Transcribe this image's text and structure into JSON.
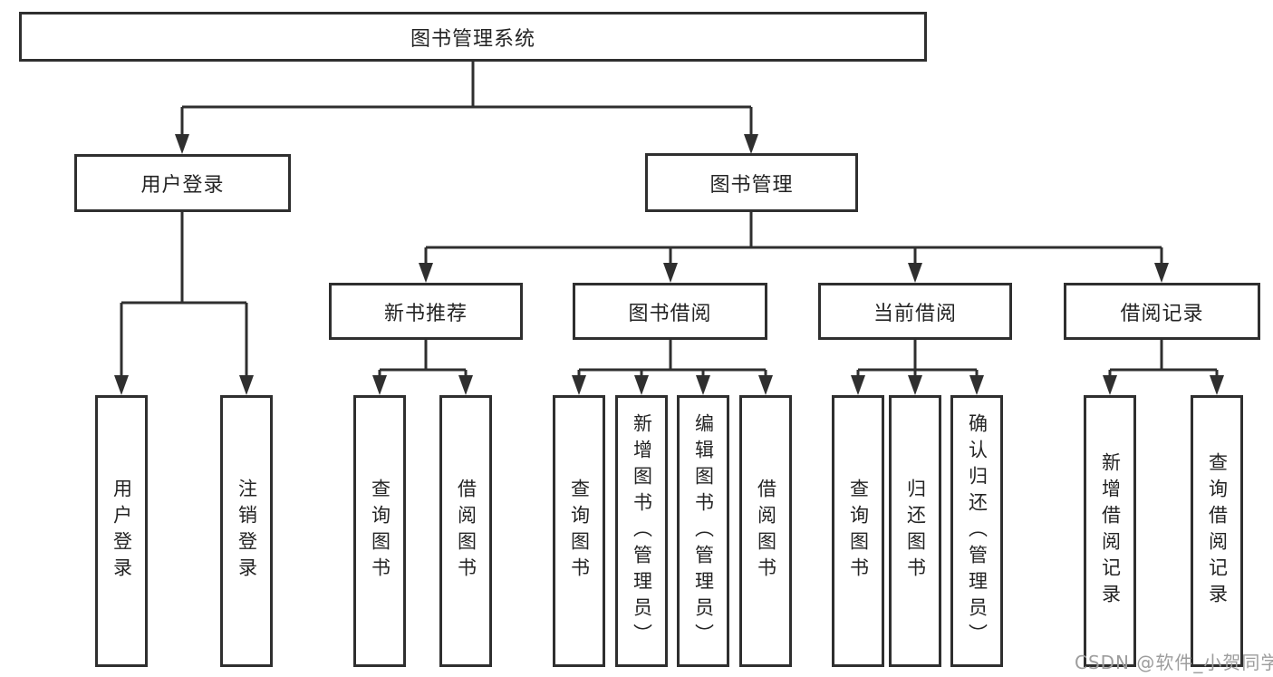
{
  "diagram": {
    "root": {
      "label": "图书管理系统"
    },
    "branches": [
      {
        "label": "用户登录",
        "children": [
          {
            "label": "用户登录"
          },
          {
            "label": "注销登录"
          }
        ]
      },
      {
        "label": "图书管理",
        "children": [
          {
            "label": "新书推荐",
            "children": [
              {
                "label": "查询图书"
              },
              {
                "label": "借阅图书"
              }
            ]
          },
          {
            "label": "图书借阅",
            "children": [
              {
                "label": "查询图书"
              },
              {
                "label": "新增图书（管理员）"
              },
              {
                "label": "编辑图书（管理员）"
              },
              {
                "label": "借阅图书"
              }
            ]
          },
          {
            "label": "当前借阅",
            "children": [
              {
                "label": "查询图书"
              },
              {
                "label": "归还图书"
              },
              {
                "label": "确认归还（管理员）"
              }
            ]
          },
          {
            "label": "借阅记录",
            "children": [
              {
                "label": "新增借阅记录"
              },
              {
                "label": "查询借阅记录"
              }
            ]
          }
        ]
      }
    ]
  },
  "watermark": {
    "text": "CSDN @软件_小贺同学"
  },
  "colors": {
    "line": "#2f2f2f",
    "text": "#242424",
    "watermark": "#9d9d9d",
    "background": "#ffffff"
  }
}
